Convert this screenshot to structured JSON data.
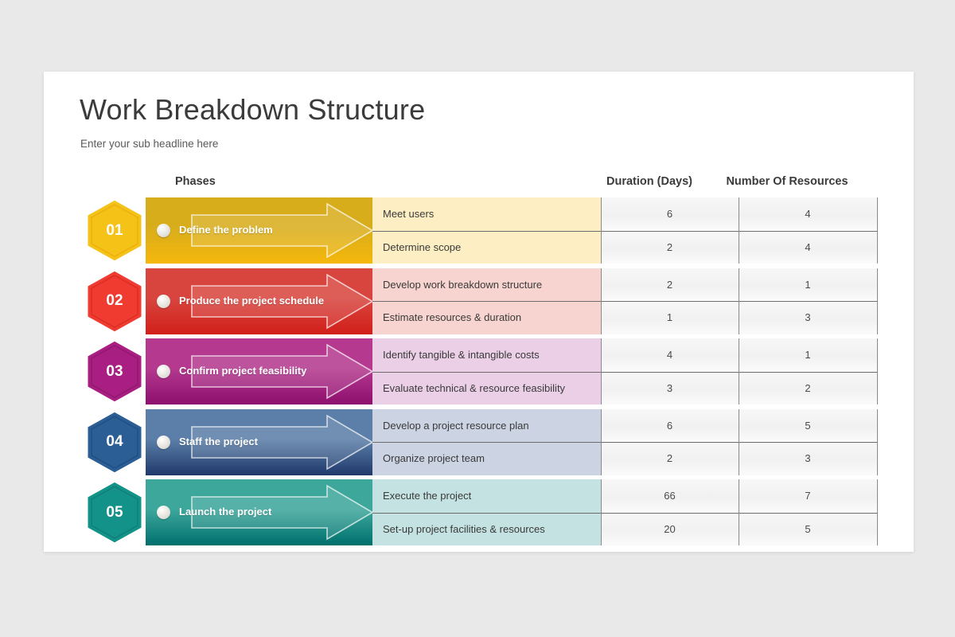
{
  "slide": {
    "title": "Work Breakdown Structure",
    "subtitle": "Enter your sub headline  here"
  },
  "headers": {
    "phases": "Phases",
    "duration": "Duration (Days)",
    "resources": "Number Of Resources"
  },
  "colors": {
    "page_background": "#e9e9e9",
    "slide_background": "#ffffff",
    "title_text": "#3b3b3b",
    "separator": "#6d6d6d"
  },
  "phases": [
    {
      "number": "01",
      "label": "Define the problem",
      "hex_color": "#f5c218",
      "hex_color_dark": "#e8a90d",
      "band_from": "#d8ad1c",
      "band_to": "#f5b70b",
      "tint": "#fdeec3",
      "tasks": [
        {
          "desc": "Meet users",
          "duration": "6",
          "resources": "4"
        },
        {
          "desc": "Determine  scope",
          "duration": "2",
          "resources": "4"
        }
      ]
    },
    {
      "number": "02",
      "label": "Produce  the project  schedule",
      "hex_color": "#ef3b30",
      "hex_color_dark": "#d62a20",
      "band_from": "#d8453f",
      "band_to": "#d21f19",
      "tint": "#f7d4cf",
      "tasks": [
        {
          "desc": "Develop work breakdown structure",
          "duration": "2",
          "resources": "1"
        },
        {
          "desc": "Estimate resources & duration",
          "duration": "1",
          "resources": "3"
        }
      ]
    },
    {
      "number": "03",
      "label": "Confirm  project feasibility",
      "hex_color": "#a81e83",
      "hex_color_dark": "#8c1566",
      "band_from": "#b4398f",
      "band_to": "#8e0f6e",
      "tint": "#ebcfe7",
      "tasks": [
        {
          "desc": "Identify tangible & intangible costs",
          "duration": "4",
          "resources": "1"
        },
        {
          "desc": "Evaluate technical & resource feasibility",
          "duration": "3",
          "resources": "2"
        }
      ]
    },
    {
      "number": "04",
      "label": "Staff the project",
      "hex_color": "#2a5e94",
      "hex_color_dark": "#1f4a7a",
      "band_from": "#5b7fa8",
      "band_to": "#20396b",
      "tint": "#ccd4e3",
      "tasks": [
        {
          "desc": "Develop a project resource plan",
          "duration": "6",
          "resources": "5"
        },
        {
          "desc": "Organize project team",
          "duration": "2",
          "resources": "3"
        }
      ]
    },
    {
      "number": "05",
      "label": "Launch  the project",
      "hex_color": "#139289",
      "hex_color_dark": "#0d7a72",
      "band_from": "#3da79c",
      "band_to": "#00706d",
      "tint": "#c5e2e2",
      "tasks": [
        {
          "desc": "Execute the project",
          "duration": "66",
          "resources": "7"
        },
        {
          "desc": "Set-up project facilities & resources",
          "duration": "20",
          "resources": "5"
        }
      ]
    }
  ]
}
